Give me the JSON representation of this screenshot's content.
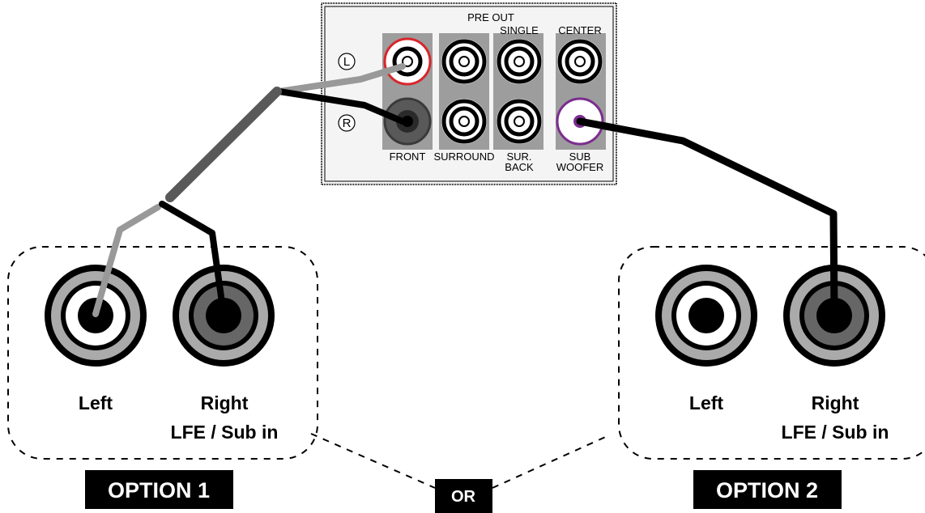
{
  "panel": {
    "header": "PRE OUT",
    "single_label": "SINGLE",
    "center_label": "CENTER",
    "front_label": "FRONT",
    "surround_label": "SURROUND",
    "sur_back_line1": "SUR.",
    "sur_back_line2": "BACK",
    "sub_line1": "SUB",
    "sub_line2": "WOOFER",
    "left_marker": "L",
    "right_marker": "R"
  },
  "option1": {
    "left_label": "Left",
    "right_label_line1": "Right",
    "right_label_line2": "LFE / Sub in",
    "badge": "OPTION 1"
  },
  "option2": {
    "left_label": "Left",
    "right_label_line1": "Right",
    "right_label_line2": "LFE / Sub in",
    "badge": "OPTION 2"
  },
  "or_badge": "OR",
  "colors": {
    "front_left_ring": "#d8262c",
    "subwoofer_ring": "#7b2d8e",
    "cable_black": "#000000",
    "cable_grey": "#999999",
    "cable_dark_sleeve": "#595959",
    "panel_bg": "#f4f4f4",
    "jack_group_bg": "#9d9d9d"
  }
}
